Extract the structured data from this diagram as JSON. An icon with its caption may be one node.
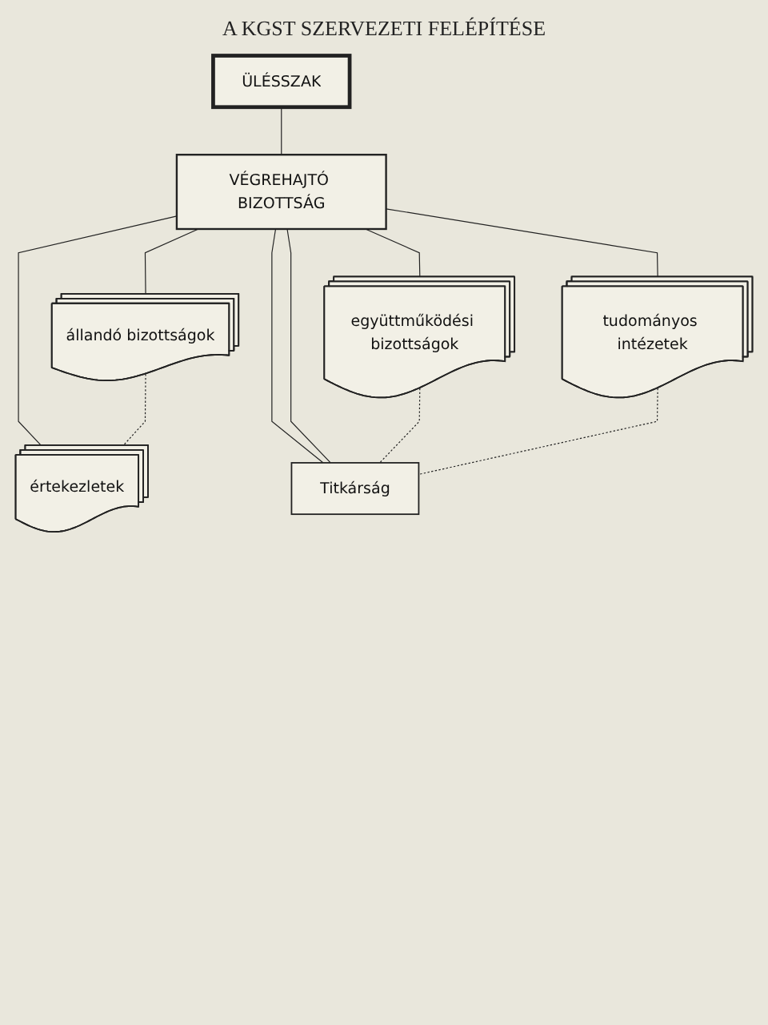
{
  "diagram": {
    "title": "A KGST SZERVEZETI FELÉPÍTÉSE",
    "nodes": [
      {
        "text": [
          "ÜLÉSSZAK"
        ]
      },
      {
        "text": [
          "VÉGREHAJTÓ BIZOTTSÁG"
        ]
      },
      {
        "text": [
          "együttműködési bizottságok"
        ]
      },
      {
        "text": [
          "állandó bizottságok"
        ]
      },
      {
        "text": [
          "értekezletek"
        ]
      },
      {
        "text": [
          "tudományos intézetek"
        ]
      },
      {
        "text": [
          "Titkárság"
        ]
      }
    ],
    "edges": [
      {
        "from": 0,
        "to": 1,
        "arrow": "none"
      },
      {
        "from": 1,
        "to": 3,
        "arrow": "none"
      },
      {
        "from": 1,
        "to": 2,
        "arrow": "none"
      },
      {
        "from": 1,
        "to": 4,
        "arrow": "none"
      },
      {
        "from": 1,
        "to": 5,
        "arrow": "none"
      },
      {
        "from": 1,
        "to": 6,
        "arrow": "none"
      },
      {
        "from": 1,
        "to": 6,
        "arrow": "none"
      },
      {
        "from": 2,
        "to": 6,
        "arrow": "none",
        "style": "dashed"
      },
      {
        "from": 3,
        "to": 4,
        "arrow": "none",
        "style": "dashed"
      },
      {
        "from": 5,
        "to": 6,
        "arrow": "none",
        "style": "dashed"
      }
    ]
  }
}
